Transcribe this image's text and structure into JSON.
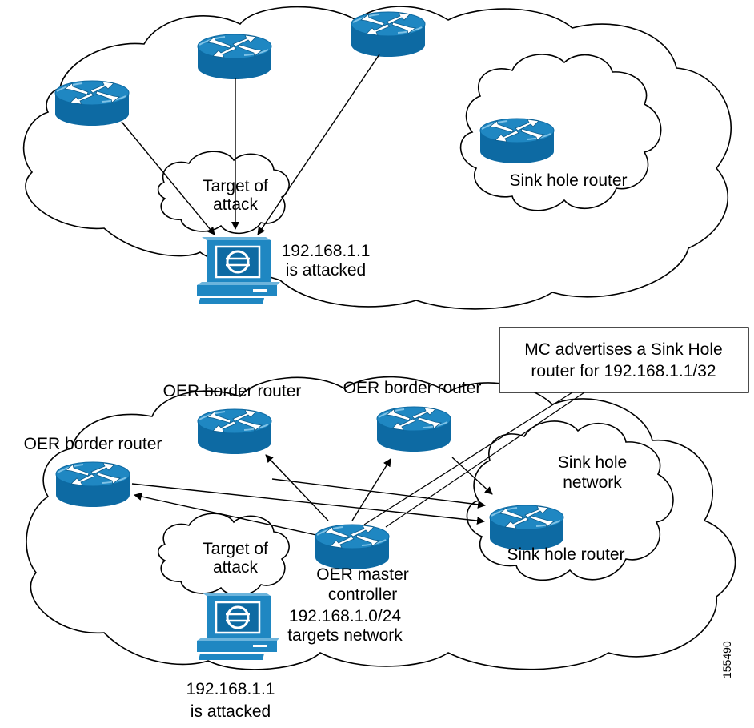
{
  "colors": {
    "router_top": "#1f87c2",
    "router_side": "#0d6aa3",
    "router_arrow": "#ffffff",
    "host_body": "#1f87c2",
    "line": "#000000"
  },
  "icons": {
    "router": "router-icon",
    "host": "workstation-icon"
  },
  "top": {
    "target_label_line1": "Target of",
    "target_label_line2": "attack",
    "host_ip": "192.168.1.1",
    "host_status": "is attacked",
    "sinkhole_router_label": "Sink hole router"
  },
  "bottom": {
    "callout_line1": "MC advertises a Sink Hole",
    "callout_line2": "router for 192.168.1.1/32",
    "border_router_left": "OER border router",
    "border_router_middle": "OER border router",
    "border_router_right": "OER border router",
    "sinkhole_network_line1": "Sink hole",
    "sinkhole_network_line2": "network",
    "sinkhole_router_label": "Sink hole router",
    "master_line1": "OER master",
    "master_line2": "controller",
    "targets_line1": "192.168.1.0/24",
    "targets_line2": "targets network",
    "target_label_line1": "Target of",
    "target_label_line2": "attack",
    "host_ip": "192.168.1.1",
    "host_status": "is attacked"
  },
  "figure_id": "155490"
}
